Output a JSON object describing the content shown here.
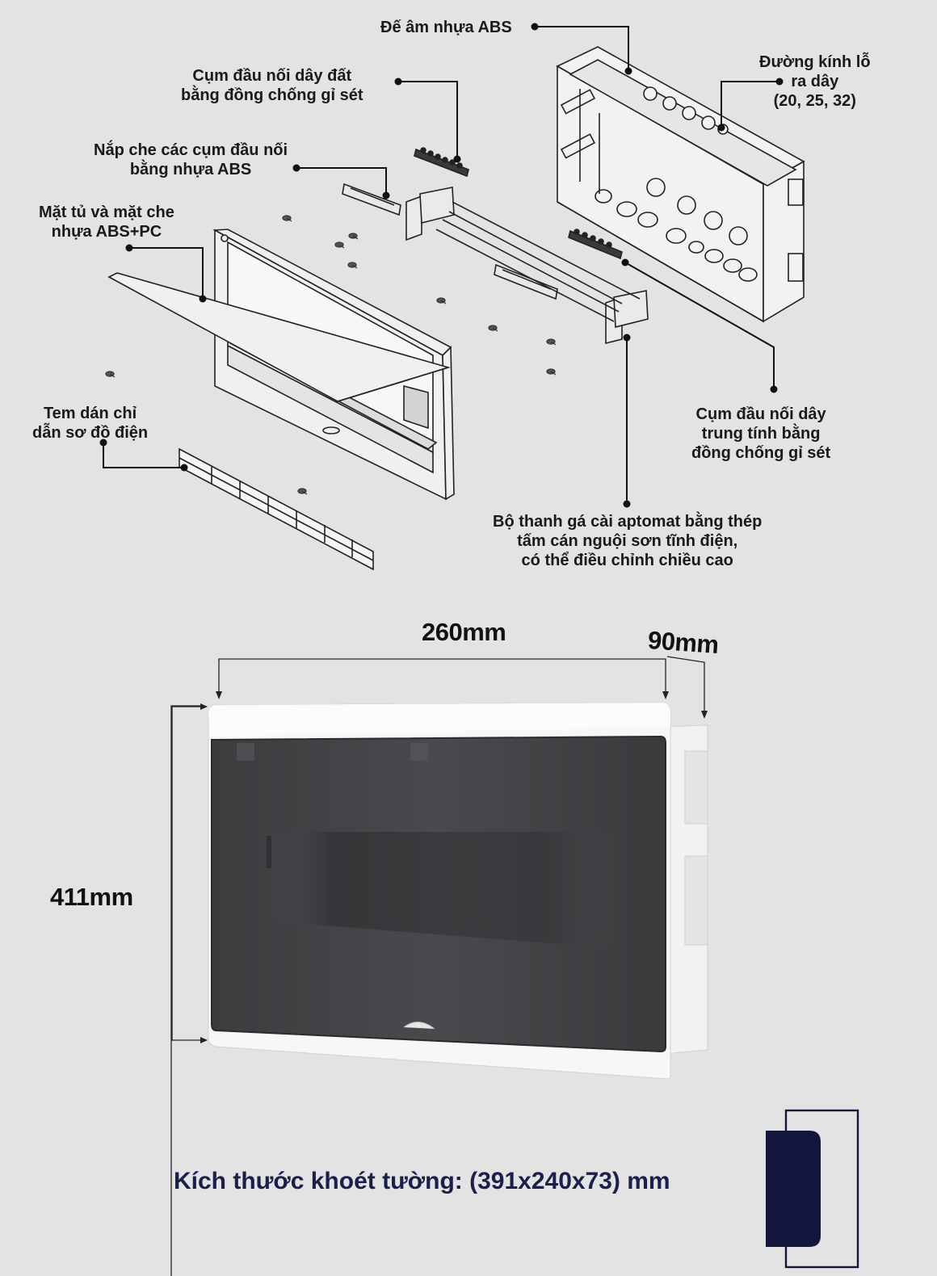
{
  "callouts": {
    "base_box": "Đế âm nhựa ABS",
    "hole_diameter": [
      "Đường kính lỗ",
      "ra dây",
      "(20, 25, 32)"
    ],
    "earth_terminal": [
      "Cụm đầu nối dây đất",
      "bằng đồng chống gỉ sét"
    ],
    "terminal_cover": [
      "Nắp che các cụm đầu nối",
      "bằng nhựa ABS"
    ],
    "front_panel": [
      "Mặt tủ và mặt che",
      "nhựa ABS+PC"
    ],
    "label_sticker": [
      "Tem dán chỉ",
      "dẫn sơ đồ điện"
    ],
    "neutral_terminal": [
      "Cụm đầu nối dây",
      "trung tính bằng",
      "đồng chống gỉ sét"
    ],
    "din_rail": [
      "Bộ thanh gá cài aptomat bằng thép",
      "tấm cán nguội sơn tĩnh điện,",
      "có thể điều chỉnh chiều cao"
    ]
  },
  "dimensions": {
    "width": "260mm",
    "depth": "90mm",
    "height": "411mm"
  },
  "footer": {
    "text": "Kích thước khoét tường: (391x240x73) mm"
  },
  "colors": {
    "background": "#e3e3e3",
    "footer_text": "#1c1f4a",
    "panel_dark": "#3a3a3d",
    "icon": "#14163d"
  }
}
